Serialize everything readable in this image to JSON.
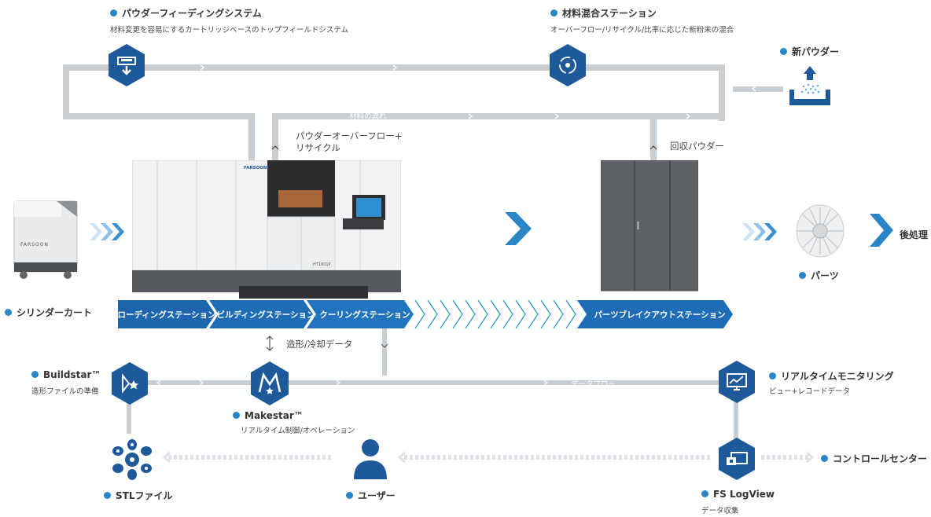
{
  "labels": {
    "powder_feeding": "パウダーフィーディングシステム",
    "powder_feeding_desc": "材料変更を容易にするカートリッジベースのトップフィールドシステム",
    "mixing_station": "材料混合ステーション",
    "mixing_station_desc": "オーバーフロー/リサイクル/比率に応じた新粉末の混合",
    "new_powder": "新パウダー",
    "material_flow": "材料の流れ",
    "overflow_recycle_1": "パウダーオーバーフロー+",
    "overflow_recycle_2": "リサイクル",
    "recovered_powder": "回収パウダー",
    "cylinder_cart": "シリンダーカート",
    "post_process": "後処理",
    "parts": "パーツ",
    "build_cool_data": "造形/冷却データ",
    "data_flow": "データフロー",
    "buildstar": "Buildstar™",
    "buildstar_desc": "造形ファイルの準備",
    "makestar": "Makestar™",
    "makestar_desc": "リアルタイム制御/オペレーション",
    "realtime_monitoring": "リアルタイムモニタリング",
    "realtime_monitoring_desc": "ビュー+レコードデータ",
    "stl_file": "STLファイル",
    "user": "ユーザー",
    "fs_logview": "FS LogView",
    "fs_logview_desc": "データ収集",
    "control_center": "コントロールセンター"
  },
  "stations": [
    "ローディングステーション",
    "ビルディングステーション",
    "クーリングステーション",
    "パーツブレイクアウトステーション"
  ],
  "brand": {
    "printer_logo": "FARSOON",
    "printer_model": "HT1001P",
    "cart_logo": "FARSOON"
  },
  "colors": {
    "accent": "#2a86c6",
    "dark_blue": "#1e5a9a",
    "pipe": "#c9ced3"
  },
  "icons": [
    "powder-feed-icon",
    "mixing-icon",
    "new-powder-icon",
    "buildstar-icon",
    "makestar-icon",
    "monitor-icon",
    "logview-icon",
    "stl-file-icon",
    "user-icon"
  ]
}
